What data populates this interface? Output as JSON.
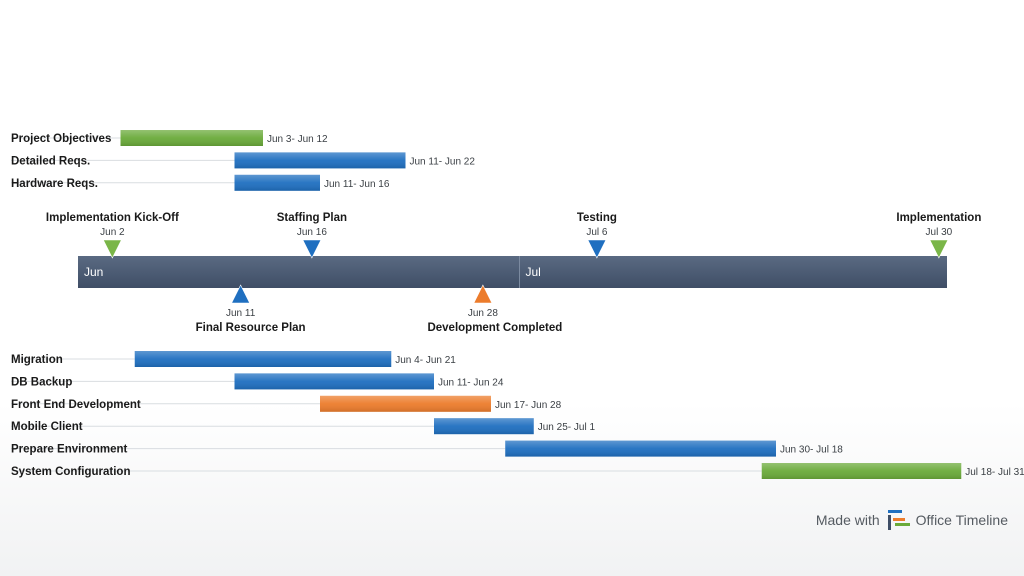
{
  "chart_data": {
    "type": "gantt",
    "timescale": {
      "months": [
        {
          "label": "Jun",
          "start": "Jun 1"
        },
        {
          "label": "Jul",
          "start": "Jul 1"
        }
      ],
      "range": [
        "Jun 1",
        "Jul 31"
      ]
    },
    "top_tasks": [
      {
        "label": "Project Objectives",
        "start": 3,
        "end": 12,
        "date_text": "Jun 3- Jun 12",
        "color": "#6aaa3a"
      },
      {
        "label": "Detailed Reqs.",
        "start": 11,
        "end": 22,
        "date_text": "Jun 11- Jun 22",
        "color": "#1f6fc0"
      },
      {
        "label": "Hardware Reqs.",
        "start": 11,
        "end": 16,
        "date_text": "Jun 11- Jun 16",
        "color": "#1f6fc0"
      }
    ],
    "milestones_above": [
      {
        "title": "Implementation Kick-Off",
        "date_text": "Jun 2",
        "day": 2,
        "color": "#7ab648"
      },
      {
        "title": "Staffing Plan",
        "date_text": "Jun 16",
        "day": 16,
        "color": "#1f6fc0"
      },
      {
        "title": "Testing",
        "date_text": "Jul 6",
        "day": 36,
        "color": "#1f6fc0"
      },
      {
        "title": "Implementation",
        "date_text": "Jul 30",
        "day": 60,
        "color": "#7ab648"
      }
    ],
    "milestones_below": [
      {
        "title": "Final Resource Plan",
        "date_text": "Jun 11",
        "day": 11,
        "color": "#1f6fc0"
      },
      {
        "title": "Development Completed",
        "date_text": "Jun 28",
        "day": 28,
        "color": "#ec7c2c"
      }
    ],
    "bottom_tasks": [
      {
        "label": "Migration",
        "start": 4,
        "end": 21,
        "date_text": "Jun 4- Jun 21",
        "color": "#1f6fc0"
      },
      {
        "label": "DB Backup",
        "start": 11,
        "end": 24,
        "date_text": "Jun 11- Jun 24",
        "color": "#1f6fc0"
      },
      {
        "label": "Front End Development",
        "start": 17,
        "end": 28,
        "date_text": "Jun 17- Jun 28",
        "color": "#ec7c2c"
      },
      {
        "label": "Mobile Client",
        "start": 25,
        "end": 31,
        "date_text": "Jun 25- Jul 1",
        "color": "#1f6fc0"
      },
      {
        "label": "Prepare Environment",
        "start": 30,
        "end": 48,
        "date_text": "Jun 30- Jul 18",
        "color": "#1f6fc0"
      },
      {
        "label": "System Configuration",
        "start": 48,
        "end": 61,
        "date_text": "Jul 18- Jul 31",
        "color": "#6aaa3a"
      }
    ]
  },
  "colors": {
    "timeband": "#4a5a72",
    "blue": "#1f6fc0",
    "green": "#6aaa3a",
    "orange": "#ec7c2c"
  },
  "footer": {
    "made_with": "Made with",
    "brand": "Office Timeline"
  }
}
